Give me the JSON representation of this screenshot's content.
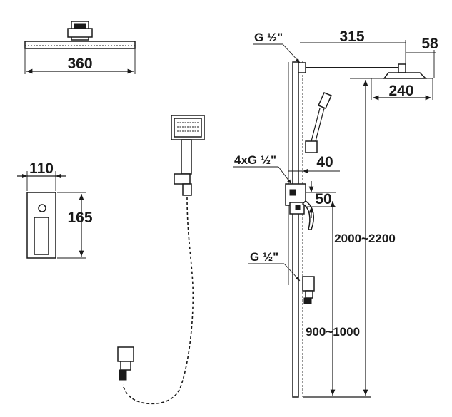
{
  "dimensions": {
    "rain_head_width": "360",
    "valve_plate_width": "110",
    "valve_plate_height": "165",
    "arm_length": "315",
    "arm_offset": "58",
    "small_head_width": "240",
    "mixer_offset": "40",
    "mixer_spacing": "50",
    "total_height": "2000~2200",
    "outlet_height": "900~1000"
  },
  "labels": {
    "top_connection": "G ½\"",
    "mixer_connection": "4xG ½\"",
    "bottom_connection": "G ½\""
  }
}
